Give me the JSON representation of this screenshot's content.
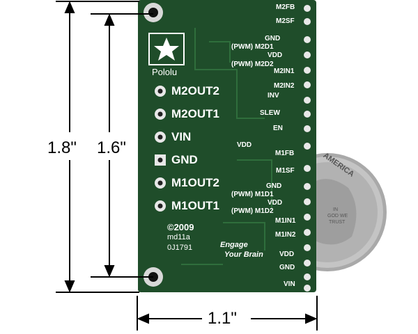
{
  "dimensions": {
    "outer_height": "1.8\"",
    "inner_height": "1.6\"",
    "width": "1.1\""
  },
  "board": {
    "logo_text": "Pololu",
    "large_pins": [
      "M2OUT2",
      "M2OUT1",
      "VIN",
      "GND",
      "M1OUT2",
      "M1OUT1"
    ],
    "right_pins": [
      "M2FB",
      "M2SF",
      "GND",
      "(PWM) M2D1",
      "VDD",
      "(PWM) M2D2",
      "M2IN1",
      "M2IN2",
      "INV",
      "SLEW",
      "EN",
      "VDD",
      "M1FB",
      "M1SF",
      "GND",
      "(PWM) M1D1",
      "VDD",
      "(PWM) M1D2",
      "M1IN1",
      "M1IN2",
      "VDD",
      "GND",
      "VIN"
    ],
    "copyright": "©2009",
    "model": "md11a",
    "revision": "0J1791",
    "slogan_line1": "Engage",
    "slogan_line2": "Your Brain"
  },
  "coin": {
    "text_top": "AMERICA",
    "text_motto": [
      "IN",
      "GOD WE",
      "TRUST"
    ]
  },
  "colors": {
    "pcb": "#1f4d2a",
    "silkscreen": "#ffffff",
    "coin": "#b8b8b8"
  }
}
